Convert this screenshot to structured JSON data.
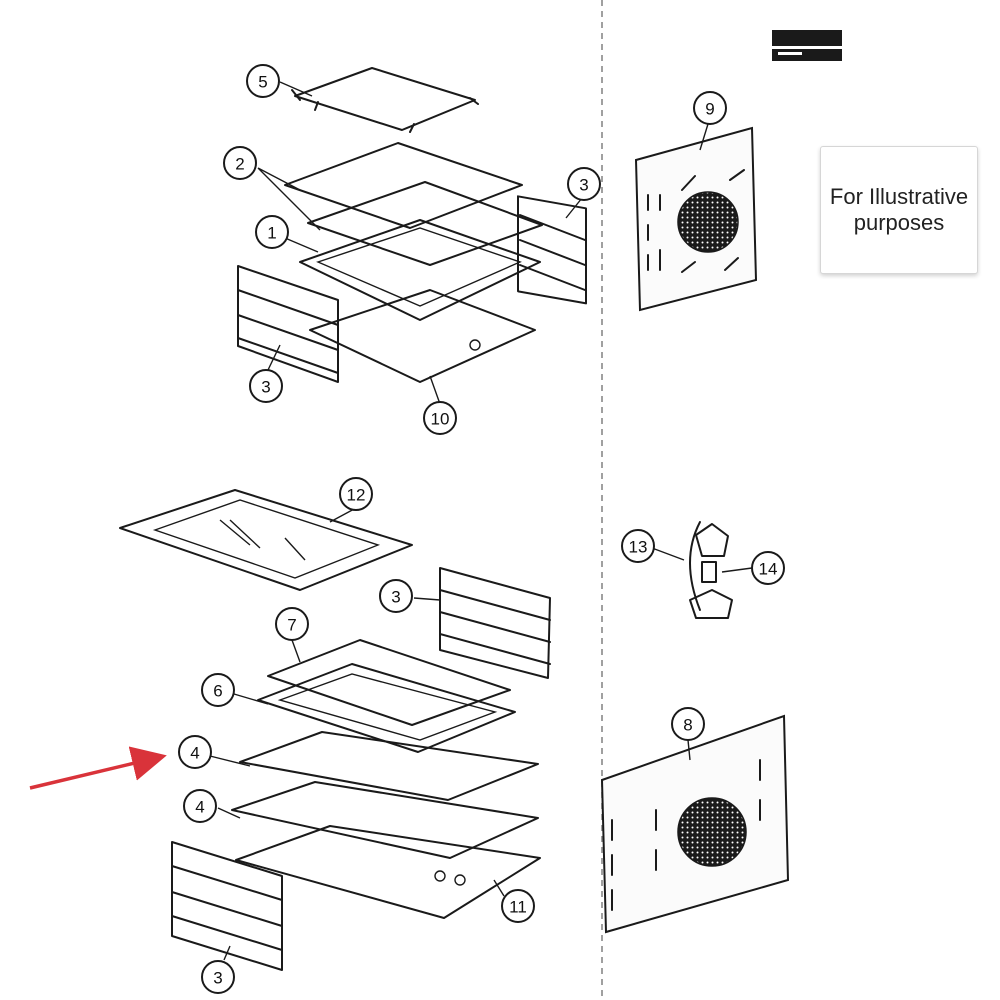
{
  "note": {
    "text": "For Illustrative purposes"
  },
  "colors": {
    "ink": "#1a1a1a",
    "pointer_arrow": "#d9333a",
    "divider": "#888888"
  },
  "callouts": [
    {
      "id": "c5",
      "label": "5"
    },
    {
      "id": "c2",
      "label": "2"
    },
    {
      "id": "c1",
      "label": "1"
    },
    {
      "id": "c3a",
      "label": "3"
    },
    {
      "id": "c3b",
      "label": "3"
    },
    {
      "id": "c10",
      "label": "10"
    },
    {
      "id": "c9",
      "label": "9"
    },
    {
      "id": "c12",
      "label": "12"
    },
    {
      "id": "c3c",
      "label": "3"
    },
    {
      "id": "c7",
      "label": "7"
    },
    {
      "id": "c6",
      "label": "6"
    },
    {
      "id": "c4a",
      "label": "4"
    },
    {
      "id": "c4b",
      "label": "4"
    },
    {
      "id": "c11",
      "label": "11"
    },
    {
      "id": "c3d",
      "label": "3"
    },
    {
      "id": "c13",
      "label": "13"
    },
    {
      "id": "c14",
      "label": "14"
    },
    {
      "id": "c8",
      "label": "8"
    }
  ]
}
